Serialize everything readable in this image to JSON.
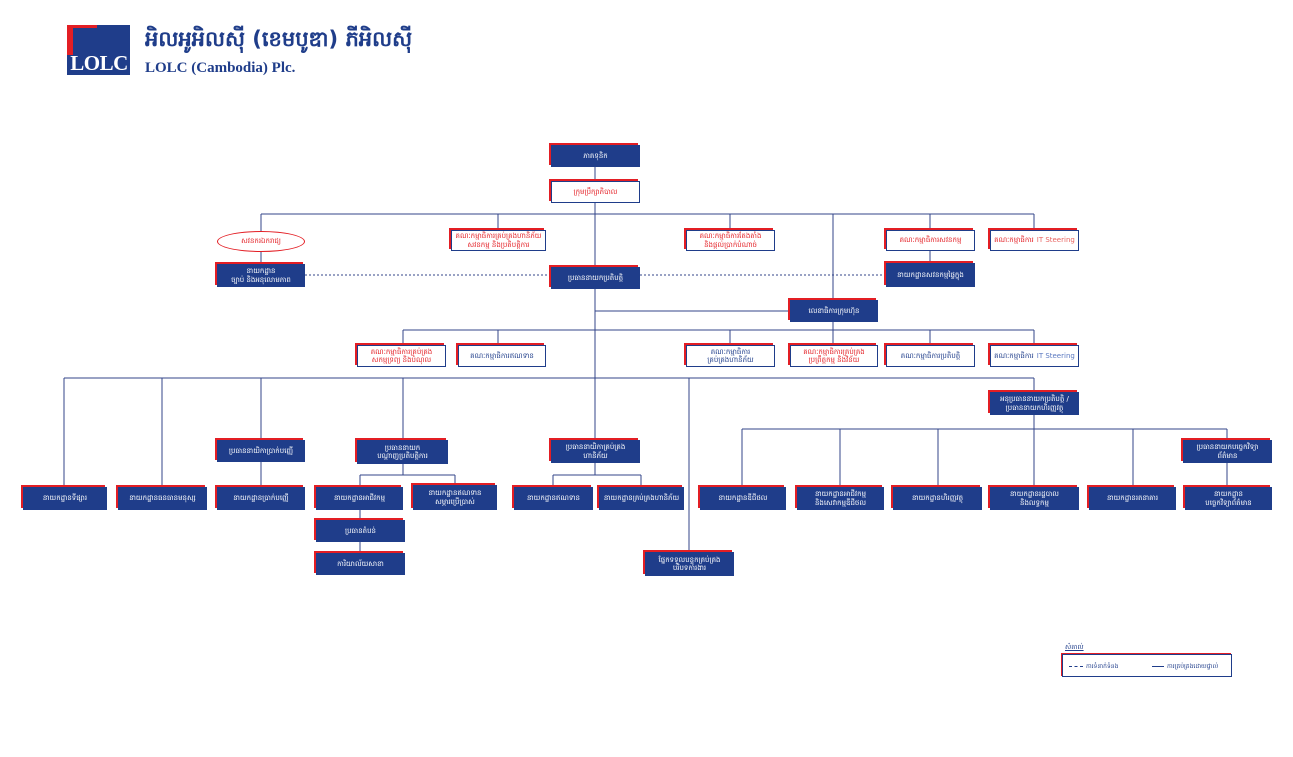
{
  "header": {
    "logo_text": "LOLC",
    "title_khmer": "អិលអូអិលស៊ី (ខេមបូឌា) ភីអិលស៊ី",
    "title_english": "LOLC (Cambodia) Plc."
  },
  "colors": {
    "primary_blue": "#1f3d8a",
    "accent_red": "#e31e24",
    "connector": "#33468a"
  },
  "org": {
    "shareholders": "ភាគទុនិក",
    "board_of_directors": "ក្រុមប្រឹក្សាភិបាល",
    "independent_auditor": "សវនករឯករាជ្យ",
    "board_risk_committee": "គណៈកម្មាធិការគ្រប់គ្រងហានិភ័យ\nសវនកម្ម និងប្រតិបត្តិការ",
    "nomination_committee": "គណៈកម្មាធិការតែងតាំង\nនិងផ្តល់ប្រាក់បំណាច់",
    "board_audit_committee": "គណៈកម្មាធិការសវនកម្ម",
    "board_it_steering": {
      "prefix": "គណៈកម្មាធិការ",
      "suffix": "IT Steering"
    },
    "legal_department": "នាយកដ្ឋាន\nច្បាប់ និងអនុលោមភាព",
    "ceo": "ប្រធាននាយកប្រតិបត្តិ",
    "internal_audit": "នាយកដ្ឋានសវនកម្មផ្ទៃក្នុង",
    "company_secretary": "លេខាធិការក្រុមហ៊ុន",
    "alco": "គណៈកម្មាធិការគ្រប់គ្រង\nសកម្មទ្រព្យ និងបំណុល",
    "credit_committee": "គណៈកម្មាធិការឥណទាន",
    "risk_committee": "គណៈកម្មាធិការ\nគ្រប់គ្រងហានិភ័យ",
    "conduct_committee": "គណៈកម្មាធិការគ្រប់គ្រង\nប្រព្រឹត្តកម្ម និងវិន័យ",
    "executive_committee": "គណៈកម្មាធិការប្រតិបត្តិ",
    "management_it_steering": {
      "prefix": "គណៈកម្មាធិការ",
      "suffix": "IT Steering"
    },
    "deputy_ceo": "អនុប្រធាននាយកប្រតិបត្តិ /\nប្រធាននាយកហិរញ្ញវត្ថុ",
    "head_deposits": "ប្រធាននាយិកាប្រាក់បញ្ញើ",
    "head_network": "ប្រធាននាយក\nបណ្តាញប្រតិបត្តិការ",
    "chief_risk_officer": "ប្រធាននាយិកាគ្រប់គ្រង\nហានិភ័យ",
    "chief_technology_officer": "ប្រធាននាយកបច្ចេកវិទ្យា\nព័ត៌មាន",
    "marketing_dept": "នាយកដ្ឋានទីផ្សារ",
    "hr_dept": "នាយកដ្ឋានធនធានមនុស្ស",
    "deposits_dept": "នាយកដ្ឋានប្រាក់បញ្ញើ",
    "business_dept": "នាយកដ្ឋានអាជីវកម្ម",
    "consumer_credit_dept": "នាយកដ្ឋានឥណទាន\nសម្ភារប្រើប្រាស់",
    "credit_dept": "នាយកដ្ឋានឥណទាន",
    "risk_dept": "នាយកដ្ឋានគ្រប់គ្រងហានិភ័យ",
    "digital_dept": "នាយកដ្ឋានឌីជីថល",
    "digital_business_dept": "នាយកដ្ឋានអាជីវកម្ម\nនិងសេវាកម្មឌីជីថល",
    "finance_dept": "នាយកដ្ឋានហិរញ្ញវត្ថុ",
    "admin_dept": "នាយកដ្ឋានរដ្ឋបាល\nនិងលទ្ធកម្ម",
    "treasury_dept": "នាយកដ្ឋានរតនាគារ",
    "it_dept": "នាយកដ្ឋាន\nបច្ចេកវិទ្យាព័ត៌មាន",
    "regional_head": "ប្រធានតំបន់",
    "branch_offices": "ការិយាល័យសាខា",
    "environment_unit": "ផ្នែកទទួលបន្ទុកគ្រប់គ្រង\nបរិបទការងារ"
  },
  "legend": {
    "title": "សំគាល់",
    "dotted_label": "ការទំនាក់ទំនង",
    "solid_label": "ការគ្រប់គ្រងដោយផ្ទាល់"
  }
}
